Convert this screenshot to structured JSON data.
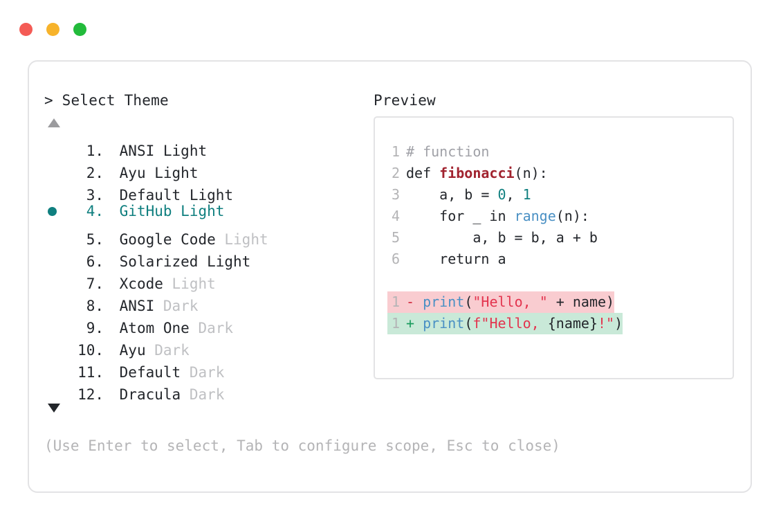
{
  "window": {
    "dots": [
      {
        "name": "close",
        "color": "#f45b55"
      },
      {
        "name": "minimize",
        "color": "#f7b32b"
      },
      {
        "name": "maximize",
        "color": "#22bb3b"
      }
    ]
  },
  "picker": {
    "prompt": "> Select Theme",
    "scroll_up_indicator": "▲",
    "scroll_down_indicator": "▼",
    "selected_index": 4,
    "items": [
      {
        "index": "1.",
        "name": "ANSI",
        "variant": "Light",
        "variant_muted": false,
        "selected": false
      },
      {
        "index": "2.",
        "name": "Ayu",
        "variant": "Light",
        "variant_muted": false,
        "selected": false
      },
      {
        "index": "3.",
        "name": "Default",
        "variant": "Light",
        "variant_muted": false,
        "selected": false
      },
      {
        "index": "4.",
        "name": "GitHub",
        "variant": "Light",
        "variant_muted": false,
        "selected": true
      },
      {
        "index": "5.",
        "name": "Google Code",
        "variant": "Light",
        "variant_muted": true,
        "selected": false
      },
      {
        "index": "6.",
        "name": "Solarized",
        "variant": "Light",
        "variant_muted": false,
        "selected": false
      },
      {
        "index": "7.",
        "name": "Xcode",
        "variant": "Light",
        "variant_muted": true,
        "selected": false
      },
      {
        "index": "8.",
        "name": "ANSI",
        "variant": "Dark",
        "variant_muted": true,
        "selected": false
      },
      {
        "index": "9.",
        "name": "Atom One",
        "variant": "Dark",
        "variant_muted": true,
        "selected": false
      },
      {
        "index": "10.",
        "name": "Ayu",
        "variant": "Dark",
        "variant_muted": true,
        "selected": false
      },
      {
        "index": "11.",
        "name": "Default",
        "variant": "Dark",
        "variant_muted": true,
        "selected": false
      },
      {
        "index": "12.",
        "name": "Dracula",
        "variant": "Dark",
        "variant_muted": true,
        "selected": false
      }
    ]
  },
  "preview": {
    "title": "Preview",
    "code_lines": [
      {
        "number": "1",
        "tokens": [
          {
            "text": "# function",
            "type": "comment"
          }
        ]
      },
      {
        "number": "2",
        "tokens": [
          {
            "text": "def ",
            "type": "keyword"
          },
          {
            "text": "fibonacci",
            "type": "func"
          },
          {
            "text": "(n):",
            "type": "plain"
          }
        ]
      },
      {
        "number": "3",
        "tokens": [
          {
            "text": "    a, b = ",
            "type": "plain"
          },
          {
            "text": "0",
            "type": "num"
          },
          {
            "text": ", ",
            "type": "plain"
          },
          {
            "text": "1",
            "type": "num"
          }
        ]
      },
      {
        "number": "4",
        "tokens": [
          {
            "text": "    for _ in ",
            "type": "plain"
          },
          {
            "text": "range",
            "type": "builtin"
          },
          {
            "text": "(n):",
            "type": "plain"
          }
        ]
      },
      {
        "number": "5",
        "tokens": [
          {
            "text": "        a, b = b, a + b",
            "type": "plain"
          }
        ]
      },
      {
        "number": "6",
        "tokens": [
          {
            "text": "    return a",
            "type": "plain"
          }
        ]
      }
    ],
    "diff_lines": [
      {
        "number": "1",
        "kind": "deleted",
        "marker": "-",
        "tokens": [
          {
            "text": "print",
            "type": "builtin"
          },
          {
            "text": "(",
            "type": "plain"
          },
          {
            "text": "\"Hello, \"",
            "type": "string"
          },
          {
            "text": " + name)",
            "type": "plain"
          }
        ]
      },
      {
        "number": "1",
        "kind": "added",
        "marker": "+",
        "tokens": [
          {
            "text": "print",
            "type": "builtin"
          },
          {
            "text": "(",
            "type": "plain"
          },
          {
            "text": "f\"Hello, ",
            "type": "string"
          },
          {
            "text": "{name}",
            "type": "plain"
          },
          {
            "text": "!\"",
            "type": "string"
          },
          {
            "text": ")",
            "type": "plain"
          }
        ]
      }
    ]
  },
  "footer": {
    "hint": "(Use Enter to select, Tab to configure scope, Esc to close)"
  }
}
